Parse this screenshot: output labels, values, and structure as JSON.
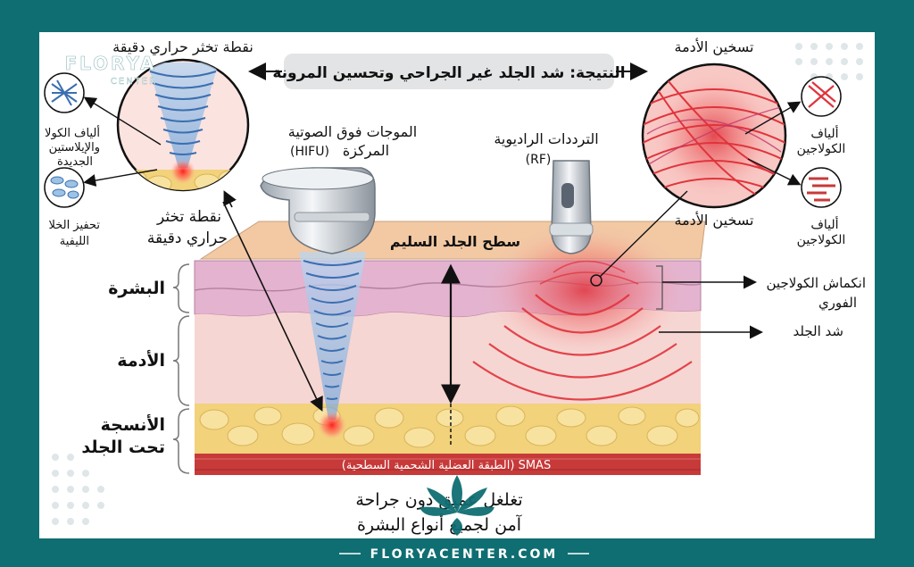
{
  "brand": {
    "logo_text": "FLORYA",
    "logo_sub": "CENTER",
    "footer_url": "FLORYACENTER.COM"
  },
  "header": {
    "result": "النتيجة: شد الجلد غير الجراحي وتحسين المرونة"
  },
  "left_zoom": {
    "top_label": "نقطة تخثر حراري دقيقة",
    "bottom_label_1": "نقطة تخثر",
    "bottom_label_2": "حراري دقيقة",
    "fibers_label_1": "ألياف الكولا",
    "fibers_label_2": "والإيلاستين",
    "fibers_label_3": "الجديدة",
    "cells_label_1": "تحفيز الخلا",
    "cells_label_2": "الليفية"
  },
  "hifu": {
    "label_1": "الموجات فوق الصوتية",
    "label_2": "المركزة",
    "label_3": "(HIFU)"
  },
  "rf": {
    "label_1": "الترددات الراديوية",
    "label_2": "(RF)"
  },
  "right_zoom": {
    "top_label": "تسخين الأدمة",
    "bottom_label": "تسخين الأدمة",
    "fiber_a_1": "ألياف",
    "fiber_a_2": "الكولاجين",
    "fiber_b_1": "ألياف",
    "fiber_b_2": "الكولاجين"
  },
  "skin": {
    "surface": "سطح الجلد السليم",
    "epidermis": "البشرة",
    "dermis": "الأدمة",
    "subcut_1": "الأنسجة",
    "subcut_2": "تحت الجلد",
    "smas": "SMAS (الطبقة العضلية الشحمية السطحية)",
    "contraction_1": "انكماش الكولاجين",
    "contraction_2": "الفوري",
    "tightening": "شد الجلد"
  },
  "bottom": {
    "line_1": "تغلغل عميق دون جراحة",
    "line_2": "آمن لجميع أنواع البشرة"
  },
  "colors": {
    "frame": "#0f6e72",
    "hifu_blue": "#3b6fb0",
    "rf_red": "#e0343c",
    "fat": "#f2d27a",
    "dermis": "#f6d6d2"
  }
}
